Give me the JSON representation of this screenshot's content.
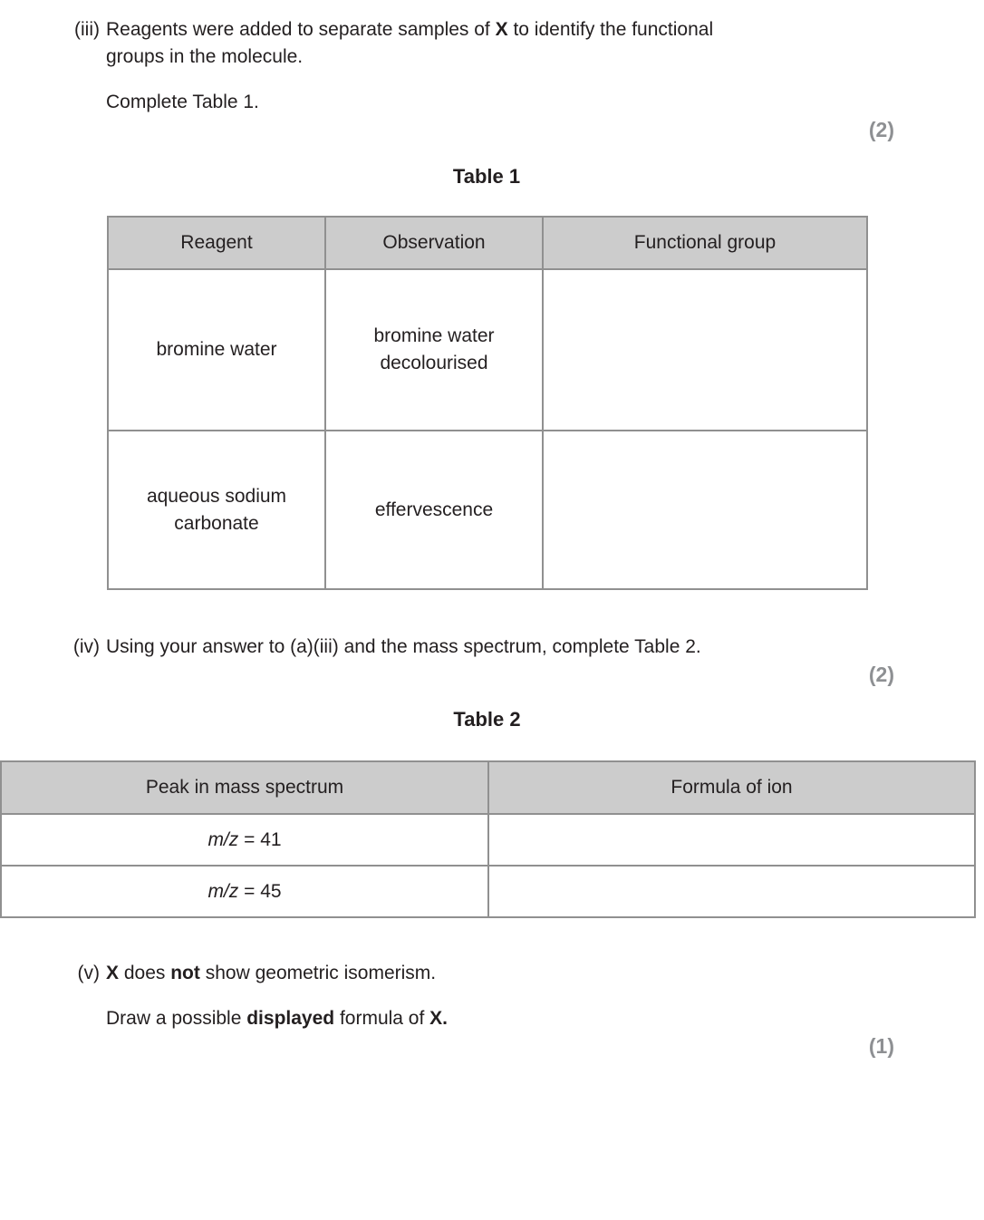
{
  "colors": {
    "text": "#231f20",
    "marks_gray": "#8e9093",
    "table_header_bg": "#cccccc",
    "table_border": "#909090"
  },
  "section_iii": {
    "label": "(iii)",
    "line1": [
      "Reagents were added to separate samples of ",
      "X",
      " to identify the functional"
    ],
    "line2": "groups in the molecule.",
    "instruction": "Complete Table 1.",
    "marks": "(2)"
  },
  "table1": {
    "title": "Table 1",
    "headers": [
      "Reagent",
      "Observation",
      "Functional group"
    ],
    "rows": [
      {
        "reagent": [
          "bromine water"
        ],
        "observation": [
          "bromine water",
          "decolourised"
        ],
        "functional_group": ""
      },
      {
        "reagent": [
          "aqueous sodium",
          "carbonate"
        ],
        "observation": [
          "effervescence"
        ],
        "functional_group": ""
      }
    ]
  },
  "section_iv": {
    "label": "(iv)",
    "text": "Using your answer to (a)(iii) and the mass spectrum, complete Table 2.",
    "marks": "(2)"
  },
  "table2": {
    "title": "Table 2",
    "headers": [
      "Peak in mass spectrum",
      "Formula of ion"
    ],
    "rows": [
      {
        "peak_italic": "m/z",
        "peak_rest": " = 41",
        "formula": ""
      },
      {
        "peak_italic": "m/z",
        "peak_rest": " = 45",
        "formula": ""
      }
    ]
  },
  "section_v": {
    "label": "(v)",
    "line1": [
      "X",
      " does ",
      "not",
      " show geometric isomerism."
    ],
    "line2": [
      "Draw a possible ",
      "displayed",
      " formula of ",
      "X."
    ],
    "marks": "(1)"
  }
}
